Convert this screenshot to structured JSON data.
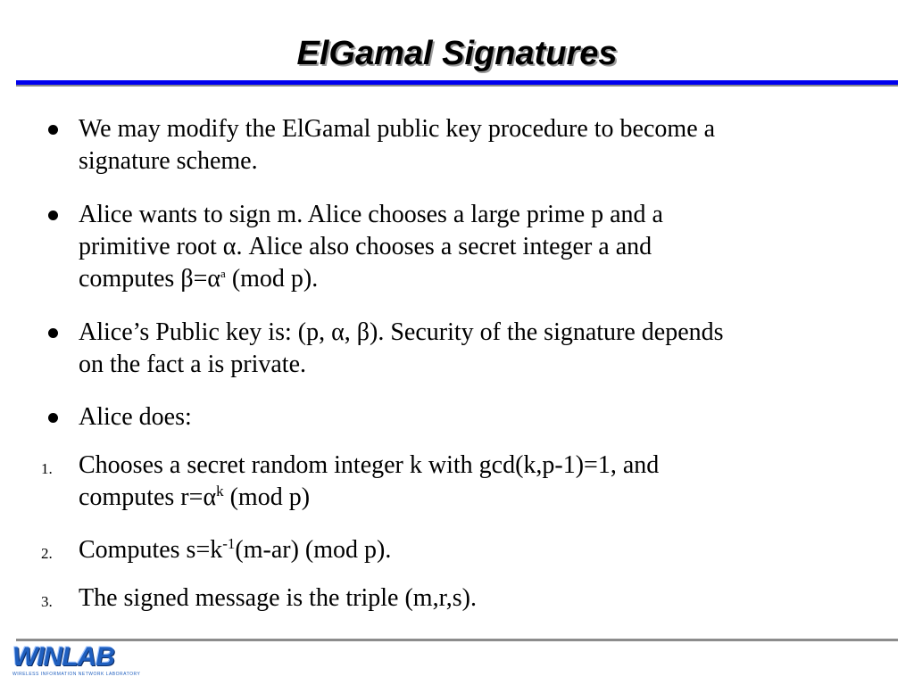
{
  "slide": {
    "title": "ElGamal Signatures",
    "bullets": [
      {
        "line1": "We may modify the ElGamal public key procedure to become a",
        "line2": "signature scheme."
      },
      {
        "line1": "Alice wants to sign m. Alice chooses a large prime p and a",
        "line2_a": "primitive root ",
        "line2_alpha": "α",
        "line2_b": ". Alice also chooses a secret integer a and",
        "line3_a": "computes ",
        "line3_beta": "β",
        "line3_eq": "=",
        "line3_alpha": "α",
        "line3_sup": "a",
        "line3_b": " (mod p)."
      },
      {
        "line1_a": "Alice’s Public key is: (p, ",
        "line1_alpha": "α",
        "line1_comma": ", ",
        "line1_beta": "β",
        "line1_b": "). Security of the signature depends",
        "line2": "on the fact a is private."
      },
      {
        "line1": "Alice does:"
      }
    ],
    "steps": [
      {
        "number": "1.",
        "line1": "Chooses a secret random integer k with gcd(k,p-1)=1, and",
        "line2_a": "computes r=",
        "line2_alpha": "α",
        "line2_sup": "k",
        "line2_b": " (mod p)"
      },
      {
        "number": "2.",
        "text_a": "Computes s=k",
        "text_sup": "-1",
        "text_b": "(m-ar) (mod p)."
      },
      {
        "number": "3.",
        "text": "The signed message is the triple (m,r,s)."
      }
    ]
  },
  "footer": {
    "logo_word": "WINLAB",
    "logo_sub": "WIRELESS INFORMATION NETWORK LABORATORY"
  }
}
